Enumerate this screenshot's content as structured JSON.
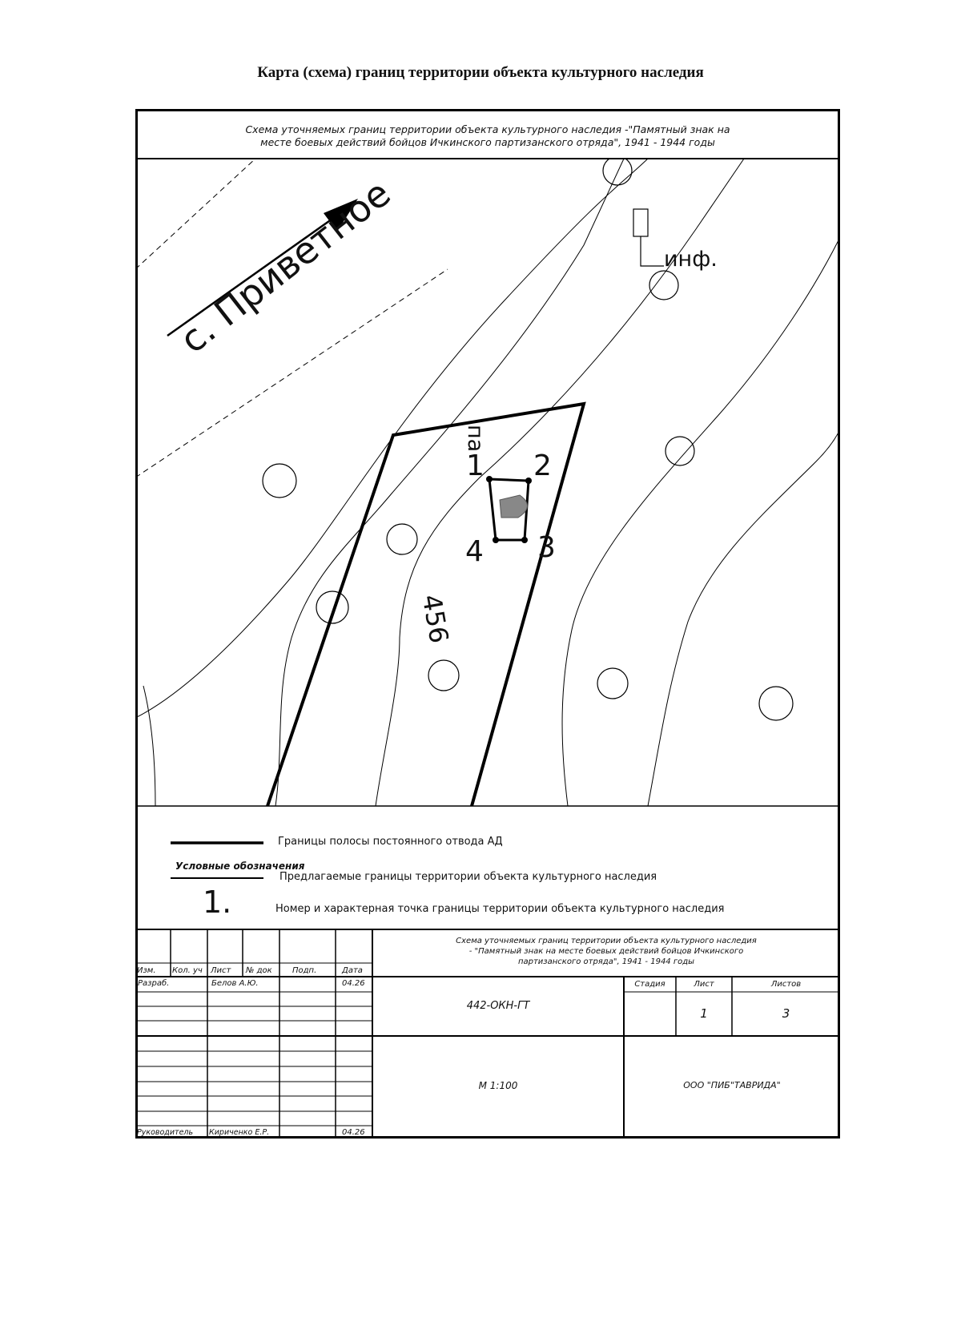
{
  "page_title": "Карта (схема) границ территории объекта культурного наследия",
  "header": {
    "line1": "Схема уточняемых границ территории объекта культурного наследия -\"Памятный знак на",
    "line2": "месте боевых действий бойцов Ичкинского партизанского отряда\", 1941 - 1944 годы"
  },
  "map": {
    "village_label": "с. Приветное",
    "inf_label": "инф.",
    "elevation_label": "456",
    "partial_label": "па",
    "points": [
      "1",
      "2",
      "3",
      "4"
    ]
  },
  "legend": {
    "title": "Условные обозначения",
    "items": [
      {
        "symbol": "thick-line",
        "text": "Границы полосы постоянного отвода АД"
      },
      {
        "symbol": "thin-line",
        "text": "Предлагаемые границы территории объекта культурного наследия"
      },
      {
        "symbol": "point-marker",
        "marker": "1.",
        "text": "Номер и характерная точка границы территории объекта культурного наследия"
      }
    ]
  },
  "title_block": {
    "col_headers": [
      "Изм.",
      "Кол. уч",
      "Лист",
      "№ док",
      "Подп.",
      "Дата"
    ],
    "developer_role": "Разраб.",
    "developer_name": "Белов А.Ю.",
    "developer_date": "04.26",
    "manager_role": "Руководитель",
    "manager_name": "Кириченко Е.Р.",
    "manager_date": "04.26",
    "description": [
      "Схема уточняемых границ территории объекта культурного наследия",
      "- \"Памятный знак на месте боевых действий бойцов Ичкинского",
      "партизанского отряда\", 1941 - 1944 годы"
    ],
    "doc_code": "442-ОКН-ГТ",
    "stage_label": "Стадия",
    "sheet_label": "Лист",
    "sheets_label": "Листов",
    "stage_value": "",
    "sheet_value": "1",
    "sheets_value": "3",
    "scale": "М 1:100",
    "company": "ООО \"ПИБ\"ТАВРИДА\""
  }
}
